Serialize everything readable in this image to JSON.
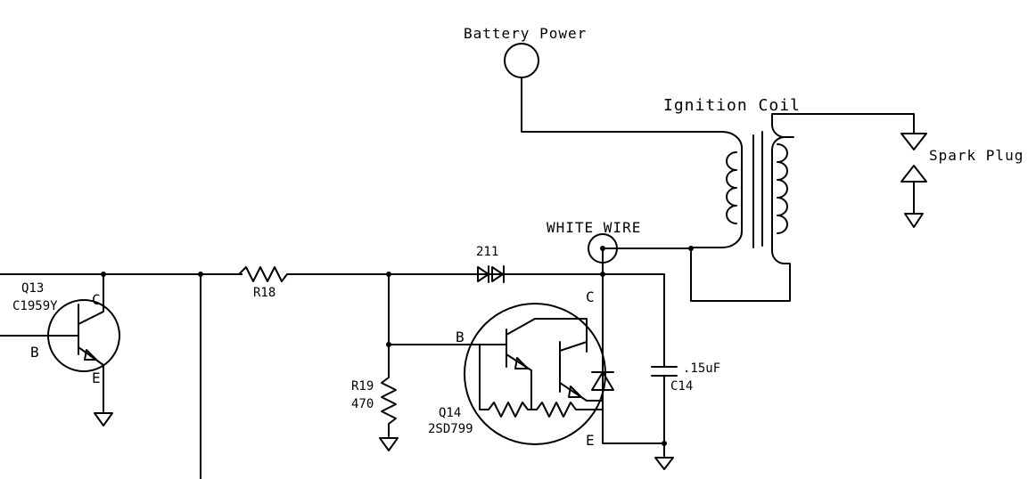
{
  "labels": {
    "battery_power": "Battery Power",
    "ignition_coil": "Ignition Coil",
    "spark_plug": "Spark Plug",
    "white_wire": "WHITE WIRE",
    "r18": "R18",
    "r19": "R19",
    "r19_value": "470",
    "diode": "211",
    "q13": "Q13",
    "q13_part": "C1959Y",
    "q14": "Q14",
    "q14_part": "2SD799",
    "c14_value": ".15uF",
    "c14": "C14",
    "q13_c": "C",
    "q13_b": "B",
    "q13_e": "E",
    "q14_c": "C",
    "q14_b": "B",
    "q14_e": "E"
  },
  "colors": {
    "ink": "#000000",
    "background": "#ffffff"
  }
}
